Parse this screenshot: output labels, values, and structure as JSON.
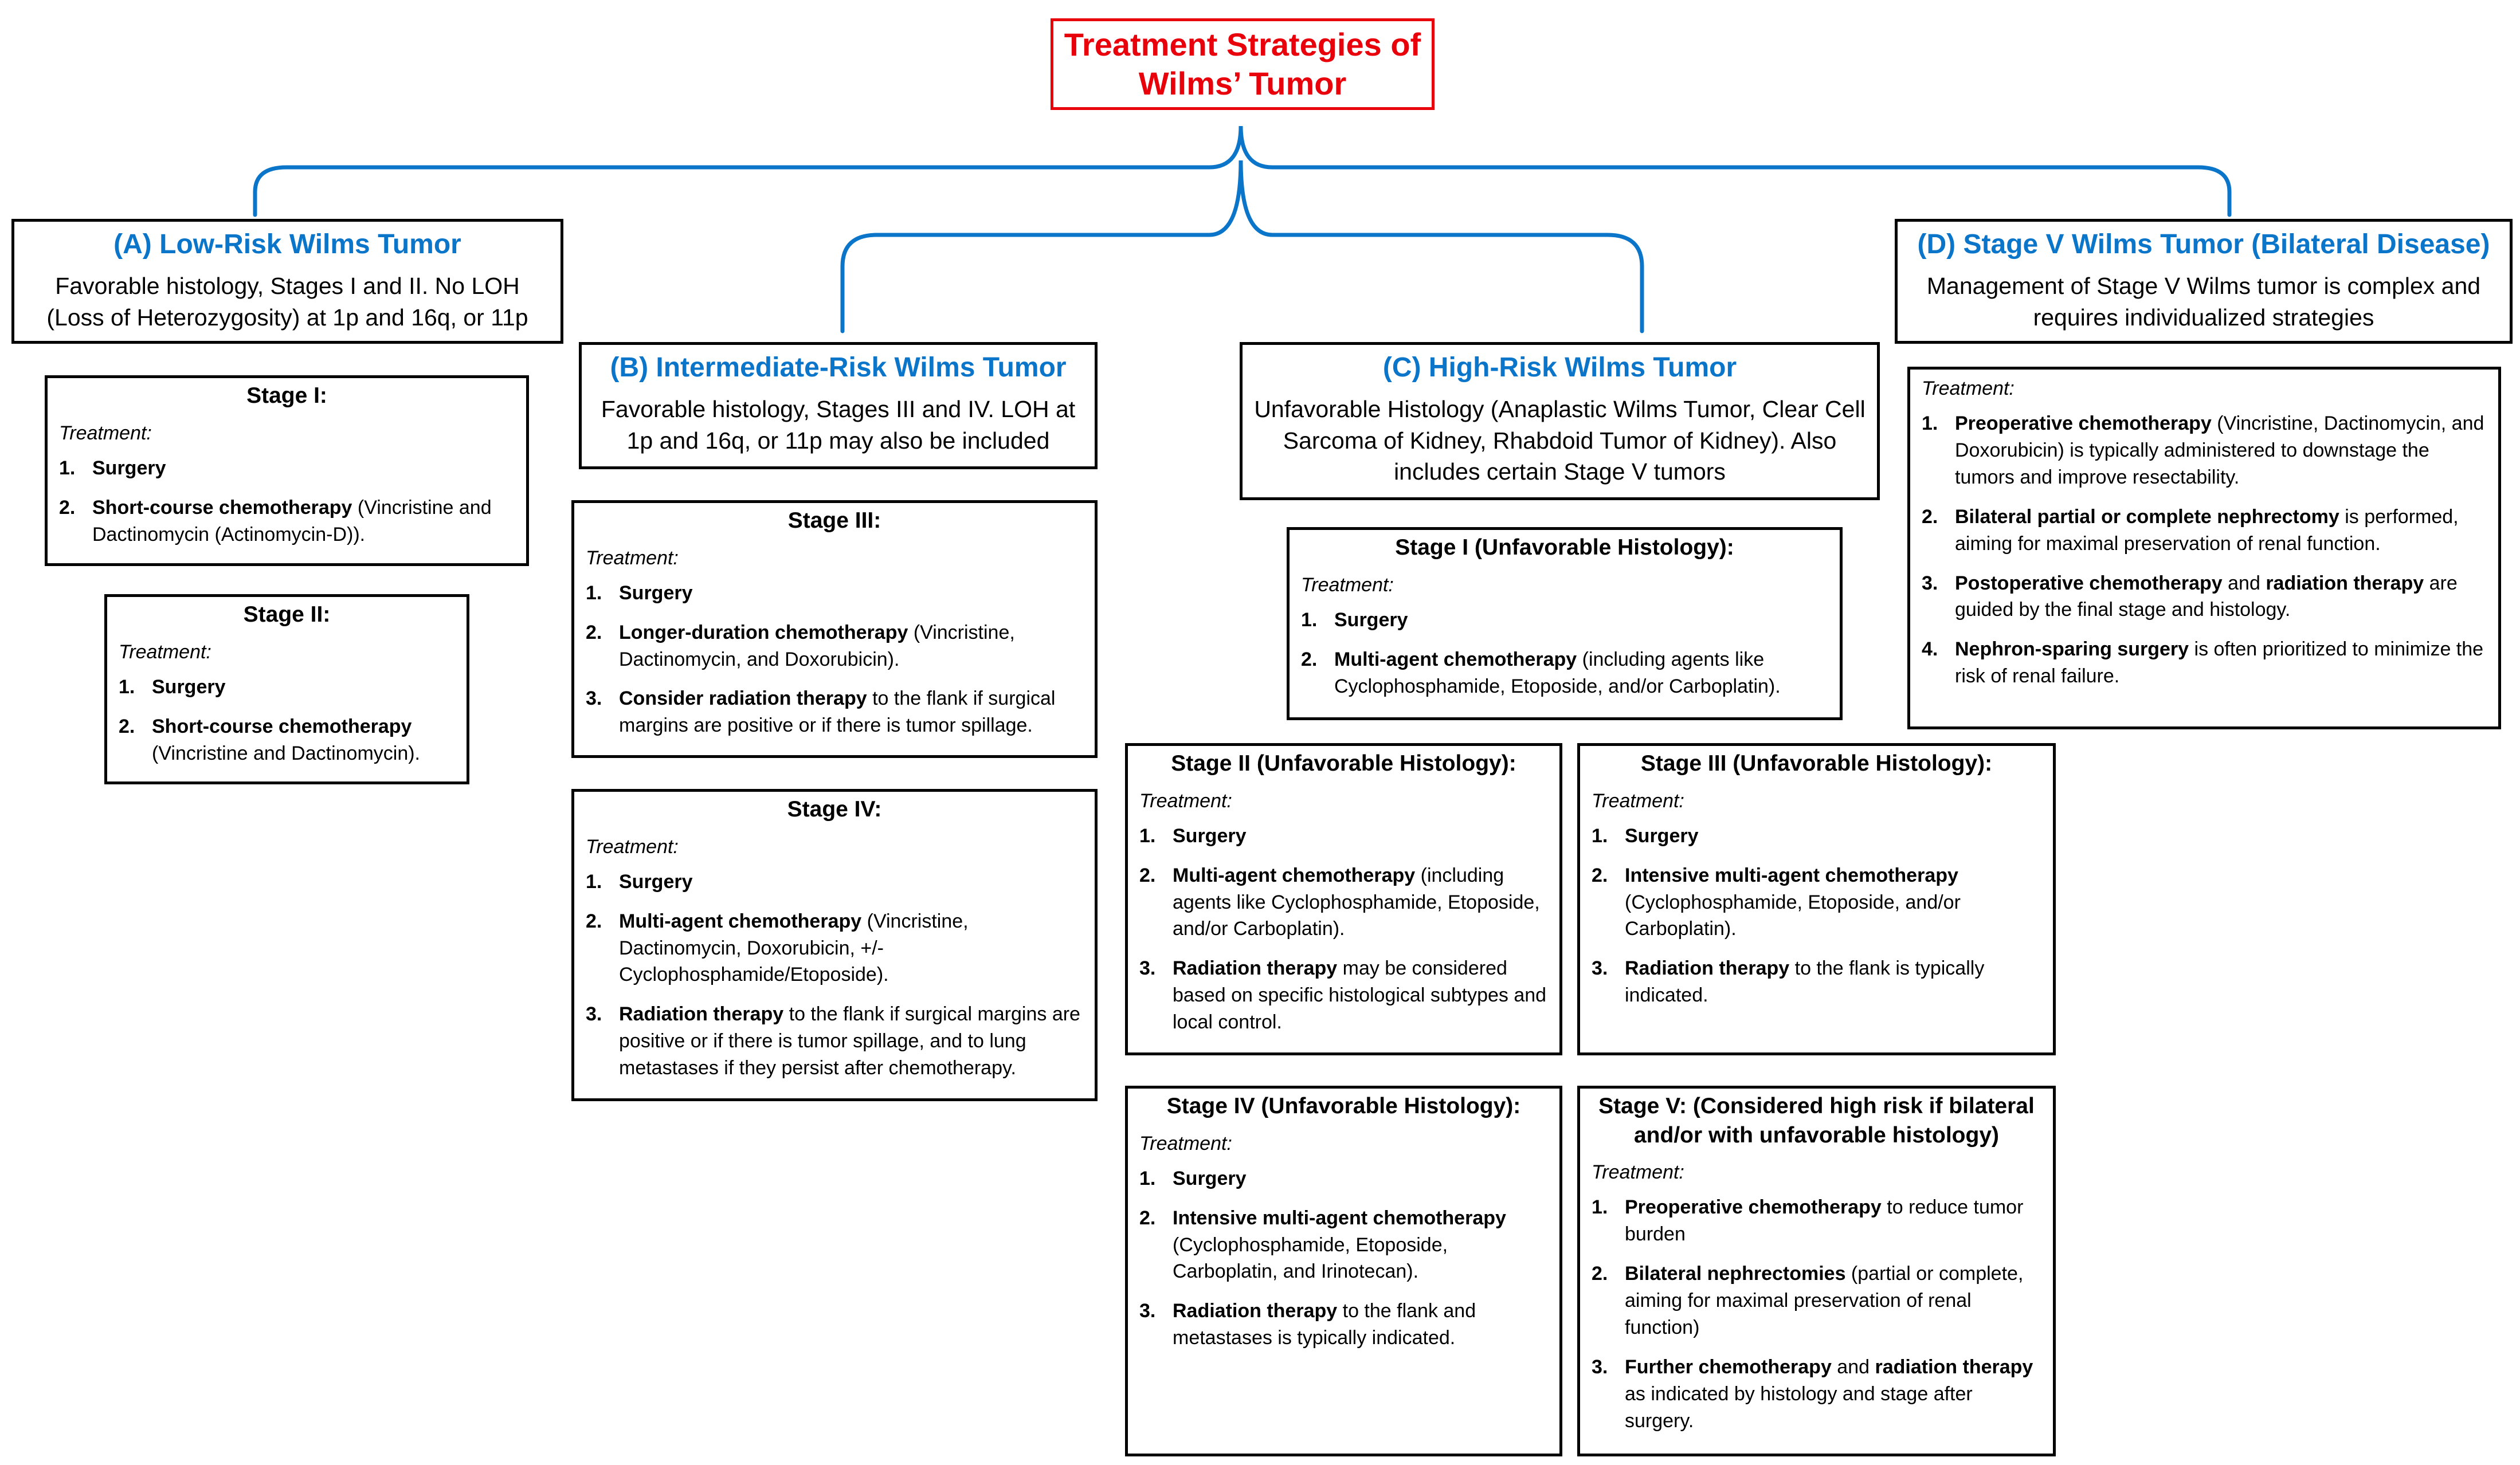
{
  "title": "Treatment Strategies of Wilms’ Tumor",
  "categories": {
    "a": {
      "title": "(A) Low-Risk Wilms Tumor",
      "desc": "Favorable histology, Stages I and II. No LOH (Loss of Heterozygosity) at 1p and 16q, or 11p"
    },
    "b": {
      "title": "(B) Intermediate-Risk Wilms Tumor",
      "desc": "Favorable histology, Stages III and IV. LOH at 1p and 16q, or 11p may also be included"
    },
    "c": {
      "title": "(C) High-Risk Wilms Tumor",
      "desc": "Unfavorable Histology (Anaplastic Wilms Tumor, Clear Cell Sarcoma of Kidney, Rhabdoid Tumor of Kidney). Also includes certain Stage V tumors"
    },
    "d": {
      "title": "(D) Stage V Wilms Tumor (Bilateral Disease)",
      "desc": "Management of Stage V Wilms tumor is complex and requires individualized strategies"
    }
  },
  "treatment_label": "Treatment:",
  "stages": {
    "a1": {
      "title": "Stage I:",
      "items": [
        {
          "n": "1.",
          "b": "Surgery",
          "r": ""
        },
        {
          "n": "2.",
          "b": "Short-course chemotherapy",
          "r": " (Vincristine and Dactinomycin (Actinomycin-D))."
        }
      ]
    },
    "a2": {
      "title": "Stage II:",
      "items": [
        {
          "n": "1.",
          "b": "Surgery",
          "r": ""
        },
        {
          "n": "2.",
          "b": "Short-course chemotherapy",
          "r": " (Vincristine and Dactinomycin)."
        }
      ]
    },
    "b3": {
      "title": "Stage III:",
      "items": [
        {
          "n": "1.",
          "b": "Surgery",
          "r": ""
        },
        {
          "n": "2.",
          "b": "Longer-duration chemotherapy",
          "r": " (Vincristine, Dactinomycin, and Doxorubicin)."
        },
        {
          "n": "3.",
          "b": "Consider radiation therapy",
          "r": " to the flank if surgical margins are positive or if there is tumor spillage."
        }
      ]
    },
    "b4": {
      "title": "Stage IV:",
      "items": [
        {
          "n": "1.",
          "b": "Surgery",
          "r": ""
        },
        {
          "n": "2.",
          "b": "Multi-agent chemotherapy",
          "r": " (Vincristine, Dactinomycin, Doxorubicin, +/- Cyclophosphamide/Etoposide)."
        },
        {
          "n": "3.",
          "b": "Radiation therapy",
          "r": " to the flank if surgical margins are positive or if there is tumor spillage, and to lung metastases if they persist after chemotherapy."
        }
      ]
    },
    "c1": {
      "title": "Stage I (Unfavorable Histology):",
      "items": [
        {
          "n": "1.",
          "b": "Surgery",
          "r": ""
        },
        {
          "n": "2.",
          "b": "Multi-agent chemotherapy",
          "r": " (including agents like Cyclophosphamide, Etoposide, and/or Carboplatin)."
        }
      ]
    },
    "c2": {
      "title": "Stage II (Unfavorable Histology):",
      "items": [
        {
          "n": "1.",
          "b": "Surgery",
          "r": ""
        },
        {
          "n": "2.",
          "b": "Multi-agent chemotherapy",
          "r": " (including agents like Cyclophosphamide, Etoposide, and/or Carboplatin)."
        },
        {
          "n": "3.",
          "b": "Radiation therapy",
          "r": " may be considered based on specific histological subtypes and local control."
        }
      ]
    },
    "c3": {
      "title": "Stage III (Unfavorable Histology):",
      "items": [
        {
          "n": "1.",
          "b": "Surgery",
          "r": ""
        },
        {
          "n": "2.",
          "b": "Intensive multi-agent chemotherapy",
          "r": " (Cyclophosphamide, Etoposide, and/or Carboplatin)."
        },
        {
          "n": "3.",
          "b": "Radiation therapy",
          "r": " to the flank is typically indicated."
        }
      ]
    },
    "c4": {
      "title": "Stage IV (Unfavorable Histology):",
      "items": [
        {
          "n": "1.",
          "b": "Surgery",
          "r": ""
        },
        {
          "n": "2.",
          "b": "Intensive multi-agent chemotherapy",
          "r": " (Cyclophosphamide, Etoposide, Carboplatin, and Irinotecan)."
        },
        {
          "n": "3.",
          "b": "Radiation therapy",
          "r": " to the flank and metastases is typically indicated."
        }
      ]
    },
    "c5": {
      "title": "Stage V: (Considered high risk if bilateral and/or with unfavorable histology)",
      "items": [
        {
          "n": "1.",
          "b": "Preoperative chemotherapy",
          "r": " to reduce tumor burden"
        },
        {
          "n": "2.",
          "b": "Bilateral nephrectomies",
          "r": " (partial or complete, aiming for maximal preservation of renal function)"
        },
        {
          "n": "3.",
          "b": "Further chemotherapy",
          "r": " and ",
          "b2": "radiation therapy",
          "r2": " as indicated by histology and stage after surgery."
        }
      ]
    },
    "d": {
      "title": "",
      "items": [
        {
          "n": "1.",
          "b": "Preoperative chemotherapy",
          "r": " (Vincristine, Dactinomycin, and Doxorubicin) is typically administered to downstage the tumors and improve resectability."
        },
        {
          "n": "2.",
          "b": "Bilateral partial or complete nephrectomy",
          "r": " is performed, aiming for maximal preservation of renal function."
        },
        {
          "n": "3.",
          "b": "Postoperative chemotherapy",
          "r": " and ",
          "b2": "radiation therapy",
          "r2": " are guided by the final stage and histology."
        },
        {
          "n": "4.",
          "b": "Nephron-sparing surgery",
          "r": " is often prioritized to minimize the risk of renal failure."
        }
      ]
    }
  }
}
